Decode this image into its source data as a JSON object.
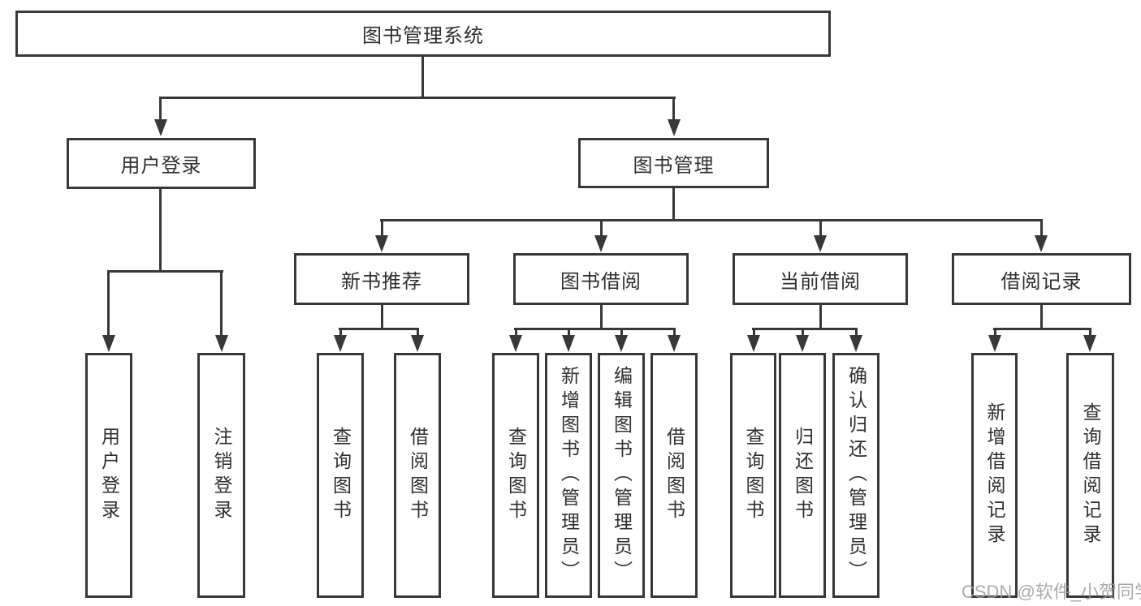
{
  "diagram": {
    "root": {
      "label": "图书管理系统"
    },
    "branches": [
      {
        "label": "用户登录",
        "children": [
          {
            "label": "用户登录"
          },
          {
            "label": "注销登录"
          }
        ]
      },
      {
        "label": "图书管理",
        "modules": [
          {
            "label": "新书推荐",
            "children": [
              {
                "label": "查询图书"
              },
              {
                "label": "借阅图书"
              }
            ]
          },
          {
            "label": "图书借阅",
            "children": [
              {
                "label": "查询图书"
              },
              {
                "label": "新增图书（管理员）"
              },
              {
                "label": "编辑图书（管理员）"
              },
              {
                "label": "借阅图书"
              }
            ]
          },
          {
            "label": "当前借阅",
            "children": [
              {
                "label": "查询图书"
              },
              {
                "label": "归还图书"
              },
              {
                "label": "确认归还（管理员）"
              }
            ]
          },
          {
            "label": "借阅记录",
            "children": [
              {
                "label": "新增借阅记录"
              },
              {
                "label": "查询借阅记录"
              }
            ]
          }
        ]
      }
    ]
  },
  "watermark": {
    "text": "CSDN @软件_小贺同学"
  },
  "colors": {
    "line": "#383838",
    "text": "#2f2f2f",
    "watermark": "#9c9c9c",
    "background": "#ffffff"
  }
}
